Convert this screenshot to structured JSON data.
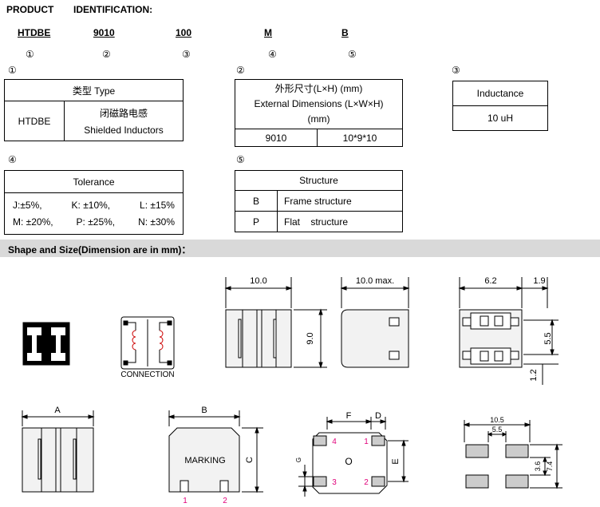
{
  "header": {
    "product_label": "PRODUCT",
    "identification_label": "IDENTIFICATION:"
  },
  "codes": [
    {
      "code": "HTDBE",
      "num": "①"
    },
    {
      "code": "9010",
      "num": "②"
    },
    {
      "code": "100",
      "num": "③"
    },
    {
      "code": "M",
      "num": "④"
    },
    {
      "code": "B",
      "num": "⑤"
    }
  ],
  "type_table": {
    "num": "①",
    "header": "类型 Type",
    "code": "HTDBE",
    "desc_cn": "闭磁路电感",
    "desc_en": "Shielded Inductors"
  },
  "dim_table": {
    "num": "②",
    "header_cn": "外形尺寸(L×H) (mm)",
    "header_en": "External Dimensions (L×W×H)",
    "header_unit": "(mm)",
    "code": "9010",
    "value": "10*9*10"
  },
  "inductance_table": {
    "num": "③",
    "header": "Inductance",
    "value": "10 uH"
  },
  "tolerance_table": {
    "num": "④",
    "header": "Tolerance",
    "row1": [
      "J:±5%,",
      "K: ±10%,",
      "L: ±15%"
    ],
    "row2": [
      "M: ±20%,",
      "P: ±25%,",
      "N: ±30%"
    ]
  },
  "structure_table": {
    "num": "⑤",
    "header": "Structure",
    "rows": [
      {
        "code": "B",
        "desc": "Frame structure"
      },
      {
        "code": "P",
        "desc": "Flat    structure"
      }
    ]
  },
  "shape_section": {
    "title": "Shape and Size(Dimension are in mm)："
  },
  "drawings": {
    "connection_label": "CONNECTION",
    "dim_10": "10.0",
    "dim_10max": "10.0 max.",
    "dim_9": "9.0",
    "dim_6_2": "6.2",
    "dim_1_9": "1.9",
    "dim_5_5": "5.5",
    "dim_1_2": "1.2",
    "label_A": "A",
    "label_B": "B",
    "label_C": "C",
    "marking": "MARKING",
    "pin1": "1",
    "pin2": "2",
    "pin3": "3",
    "pin4": "4",
    "label_F": "F",
    "label_D": "D",
    "label_E": "E",
    "label_G": "G",
    "label_O": "O",
    "pad_10_5": "10.5",
    "pad_5_5": "5.5",
    "pad_3_6": "3.6",
    "pad_7_4": "7.4",
    "pin_color": "#e0007a"
  }
}
